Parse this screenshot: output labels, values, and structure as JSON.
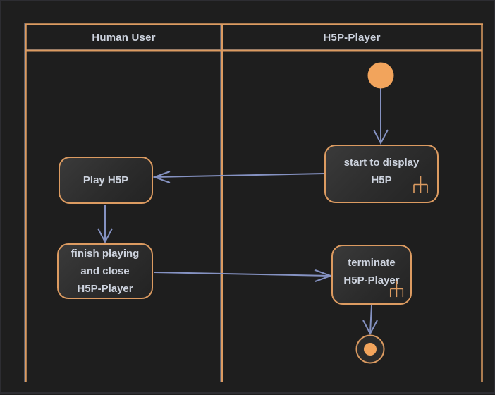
{
  "diagram": {
    "type": "uml-activity-swimlane",
    "lanes": [
      {
        "id": "human-user",
        "label": "Human User"
      },
      {
        "id": "h5p-player",
        "label": "H5P-Player"
      }
    ],
    "nodes": [
      {
        "id": "initial",
        "lane": "h5p-player",
        "kind": "initial-state"
      },
      {
        "id": "start-display",
        "lane": "h5p-player",
        "kind": "activity",
        "label": "start to display\nH5P",
        "has_rake_icon": true
      },
      {
        "id": "play-h5p",
        "lane": "human-user",
        "kind": "activity",
        "label": "Play H5P",
        "has_rake_icon": false
      },
      {
        "id": "finish-close",
        "lane": "human-user",
        "kind": "activity",
        "label": "finish playing\nand close\nH5P-Player",
        "has_rake_icon": false
      },
      {
        "id": "terminate",
        "lane": "h5p-player",
        "kind": "activity",
        "label": "terminate\nH5P-Player",
        "has_rake_icon": true
      },
      {
        "id": "final",
        "lane": "h5p-player",
        "kind": "final-state"
      }
    ],
    "edges": [
      {
        "from": "initial",
        "to": "start-display"
      },
      {
        "from": "start-display",
        "to": "play-h5p"
      },
      {
        "from": "play-h5p",
        "to": "finish-close"
      },
      {
        "from": "finish-close",
        "to": "terminate"
      },
      {
        "from": "terminate",
        "to": "final"
      }
    ],
    "colors": {
      "background": "#1e1e1e",
      "accent_orange": "#dc9b61",
      "state_orange": "#f2a45c",
      "arrow_blue": "#8592c2",
      "text": "#cdd3de"
    }
  }
}
